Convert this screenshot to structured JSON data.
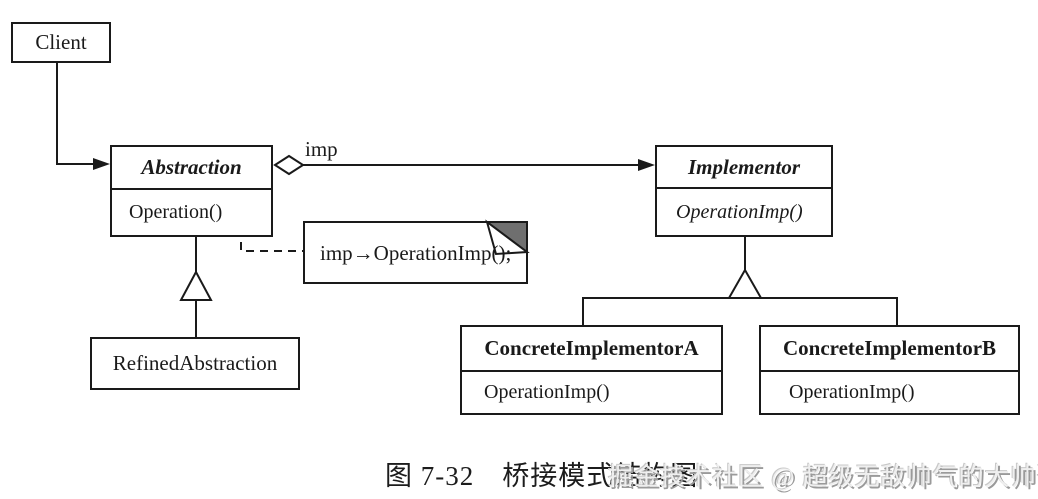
{
  "uml": {
    "client": {
      "name": "Client"
    },
    "abstraction": {
      "name": "Abstraction",
      "method": "Operation()"
    },
    "implementor": {
      "name": "Implementor",
      "method": "OperationImp()"
    },
    "refined_abstraction": {
      "name": "RefinedAbstraction"
    },
    "concrete_implementor_a": {
      "name": "ConcreteImplementorA",
      "method": "OperationImp()"
    },
    "concrete_implementor_b": {
      "name": "ConcreteImplementorB",
      "method": "OperationImp()"
    },
    "aggregation_label": "imp",
    "note_text": "imp→OperationImp();"
  },
  "caption": "图 7-32　桥接模式结构图",
  "watermark": "掘金技术社区 @ 超级无敌帅气的大帅哥",
  "colors": {
    "line": "#1a1a1a",
    "box_fill": "#ffffff",
    "note_fold": "#6f6f6f",
    "watermark_shadow": "#9a9a9a",
    "background": "#ffffff"
  }
}
